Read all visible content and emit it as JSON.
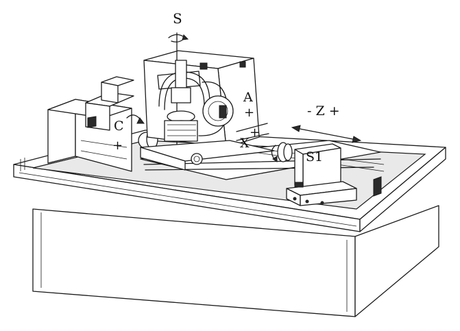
{
  "labels": {
    "spindle": "S",
    "a_axis": "A",
    "a_plus": "+",
    "c_axis": "C",
    "c_plus": "+",
    "x_axis": "X",
    "x_plus": "+",
    "z_axis": "- Z +",
    "s1": "S1"
  }
}
